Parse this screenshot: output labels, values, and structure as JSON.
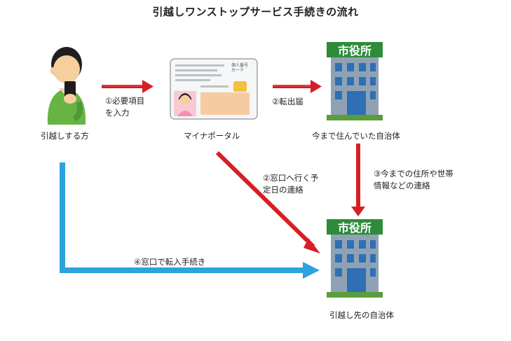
{
  "title": "引越しワンストップサービス手続きの流れ",
  "nodes": {
    "person": "引越しする方",
    "portal": "マイナポータル",
    "old_city": "今まで住んでいた自治体",
    "new_city": "引越し先の自治体"
  },
  "edges": {
    "step1": "①必要項目\nを入力",
    "step2": "②転出届",
    "step3": "③今までの住所や世帯\n情報などの連絡",
    "step2b": "②窓口へ行く予\n定日の連絡",
    "step4": "④窓口で転入手続き"
  },
  "city_sign": "市役所",
  "card_text": {
    "header": "個人番号\nカード"
  },
  "colors": {
    "red_arrow": "#e8232a",
    "blue_arrow": "#2aa3df",
    "sign_green": "#2e8b3a",
    "building_blue": "#2e6fb5"
  }
}
